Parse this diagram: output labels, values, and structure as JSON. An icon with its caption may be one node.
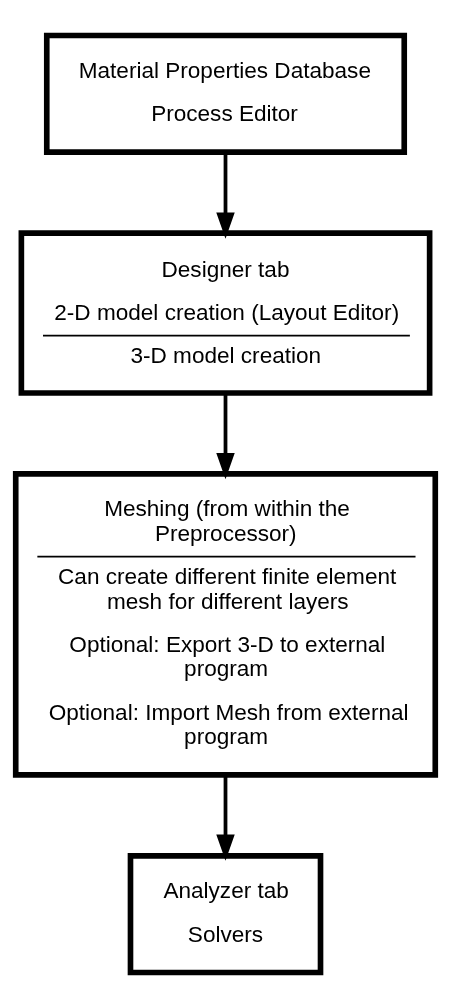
{
  "diagram": {
    "nodes": [
      {
        "text": [
          "Material Properties Database",
          "Process Editor"
        ]
      },
      {
        "text": [
          "Designer tab",
          "2-D model creation (Layout Editor)",
          "3-D model creation"
        ]
      },
      {
        "text": [
          "Meshing (from within the Preprocessor)",
          "Can create different finite element mesh for different layers",
          "Optional: Export 3-D to external program",
          "Optional: Import Mesh from external program"
        ]
      },
      {
        "text": [
          "Analyzer tab",
          "Solvers"
        ]
      }
    ],
    "edges": [
      {
        "from": 0,
        "to": 1,
        "arrow": "to"
      },
      {
        "from": 1,
        "to": 2,
        "arrow": "to"
      },
      {
        "from": 2,
        "to": 3,
        "arrow": "to"
      }
    ]
  }
}
